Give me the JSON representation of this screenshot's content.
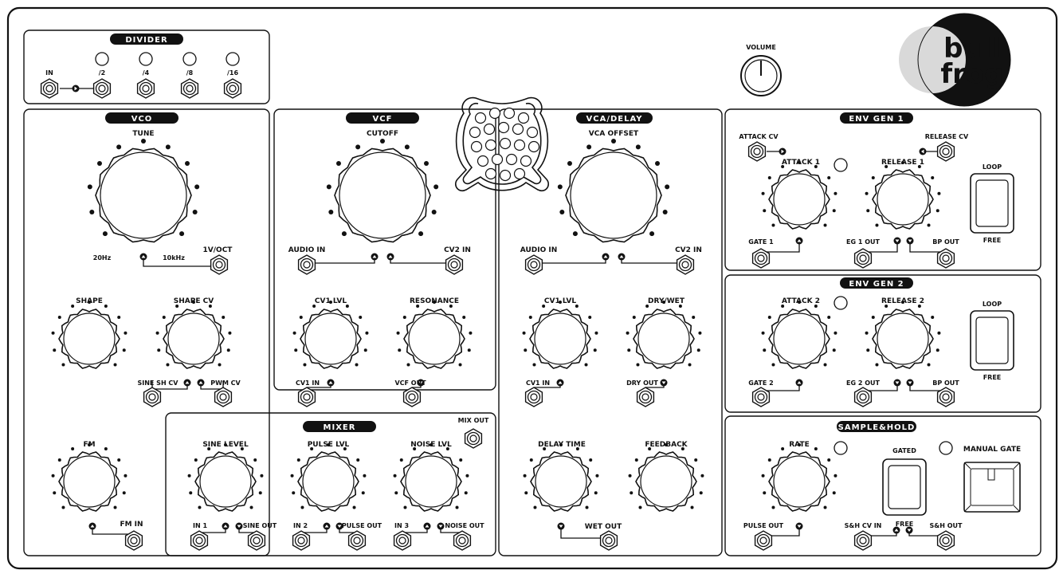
{
  "logo": {
    "line1": "bull",
    "line2": "frog"
  },
  "volume": {
    "label": "VOLUME"
  },
  "divider": {
    "title": "DIVIDER",
    "jacks": [
      "IN",
      "/2",
      "/4",
      "/8",
      "/16"
    ]
  },
  "vco": {
    "title": "VCO",
    "tune": "TUNE",
    "range_low": "20Hz",
    "range_high": "10kHz",
    "v_oct": "1V/OCT",
    "shape": "SHAPE",
    "shape_cv": "SHAPE CV",
    "sine_sh_cv": "SINE SH CV",
    "pwm_cv": "PWM CV",
    "fm": "FM",
    "fm_in": "FM IN"
  },
  "vcf": {
    "title": "VCF",
    "cutoff": "CUTOFF",
    "audio_in": "AUDIO IN",
    "cv2_in": "CV2 IN",
    "cv1_lvl": "CV1 LVL",
    "resonance": "RESONANCE",
    "cv1_in": "CV1 IN",
    "vcf_out": "VCF OUT"
  },
  "vca": {
    "title": "VCA/DELAY",
    "offset": "VCA OFFSET",
    "audio_in": "AUDIO IN",
    "cv2_in": "CV2 IN",
    "cv1_lvl": "CV1 LVL",
    "dry_wet": "DRY/WET",
    "cv1_in": "CV1 IN",
    "dry_out": "DRY OUT",
    "delay_time": "DELAY TIME",
    "feedback": "FEEDBACK",
    "wet_out": "WET OUT"
  },
  "mixer": {
    "title": "MIXER",
    "mix_out": "MIX OUT",
    "sine_level": "SINE LEVEL",
    "pulse_lvl": "PULSE LVL",
    "noise_lvl": "NOISE LVL",
    "in1": "IN 1",
    "sine_out": "SINE OUT",
    "in2": "IN 2",
    "pulse_out": "PULSE OUT",
    "in3": "IN 3",
    "noise_out": "NOISE OUT"
  },
  "env1": {
    "title": "ENV GEN 1",
    "attack_cv": "ATTACK CV",
    "release_cv": "RELEASE CV",
    "attack": "ATTACK 1",
    "release": "RELEASE 1",
    "loop": "LOOP",
    "free": "FREE",
    "gate": "GATE 1",
    "eg_out": "EG 1 OUT",
    "bp_out": "BP OUT"
  },
  "env2": {
    "title": "ENV GEN 2",
    "attack": "ATTACK 2",
    "release": "RELEASE 2",
    "loop": "LOOP",
    "free": "FREE",
    "gate": "GATE 2",
    "eg_out": "EG 2 OUT",
    "bp_out": "BP OUT"
  },
  "sh": {
    "title": "SAMPLE&HOLD",
    "rate": "RATE",
    "gated": "GATED",
    "free": "FREE",
    "manual_gate": "MANUAL GATE",
    "pulse_out": "PULSE OUT",
    "sh_cv_in": "S&H CV IN",
    "sh_out": "S&H OUT"
  }
}
